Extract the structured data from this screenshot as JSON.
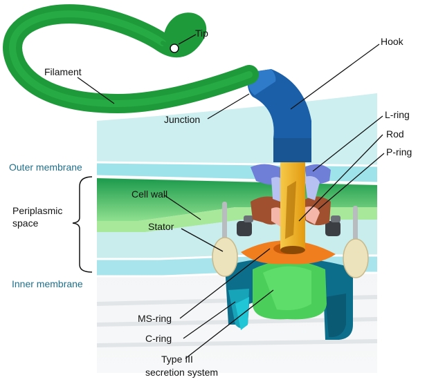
{
  "labels": {
    "tip": "Tip",
    "hook": "Hook",
    "filament": "Filament",
    "junction": "Junction",
    "l_ring": "L-ring",
    "rod": "Rod",
    "p_ring": "P-ring",
    "outer_membrane": "Outer membrane",
    "periplasmic_space_line1": "Periplasmic",
    "periplasmic_space_line2": "space",
    "cell_wall": "Cell wall",
    "stator": "Stator",
    "inner_membrane": "Inner membrane",
    "ms_ring": "MS-ring",
    "c_ring": "C-ring",
    "type3_line1": "Type III",
    "type3_line2": "secretion system"
  },
  "colors": {
    "filament": "#1f9a3a",
    "hook": "#1b5fa8",
    "outer_membrane": "#9fe3ea",
    "cell_wall": "#3ec46a",
    "inner_membrane": "#a8e4ec",
    "rod": "#f3b420",
    "l_ring": "#6f7fd8",
    "p_ring": "#a0502f",
    "ms_ring": "#f07d1e",
    "c_ring": "#0d6e8c",
    "stator": "#ece2bc",
    "type3": "#4ccf5a",
    "membrane_label": "#1f6f8b"
  }
}
